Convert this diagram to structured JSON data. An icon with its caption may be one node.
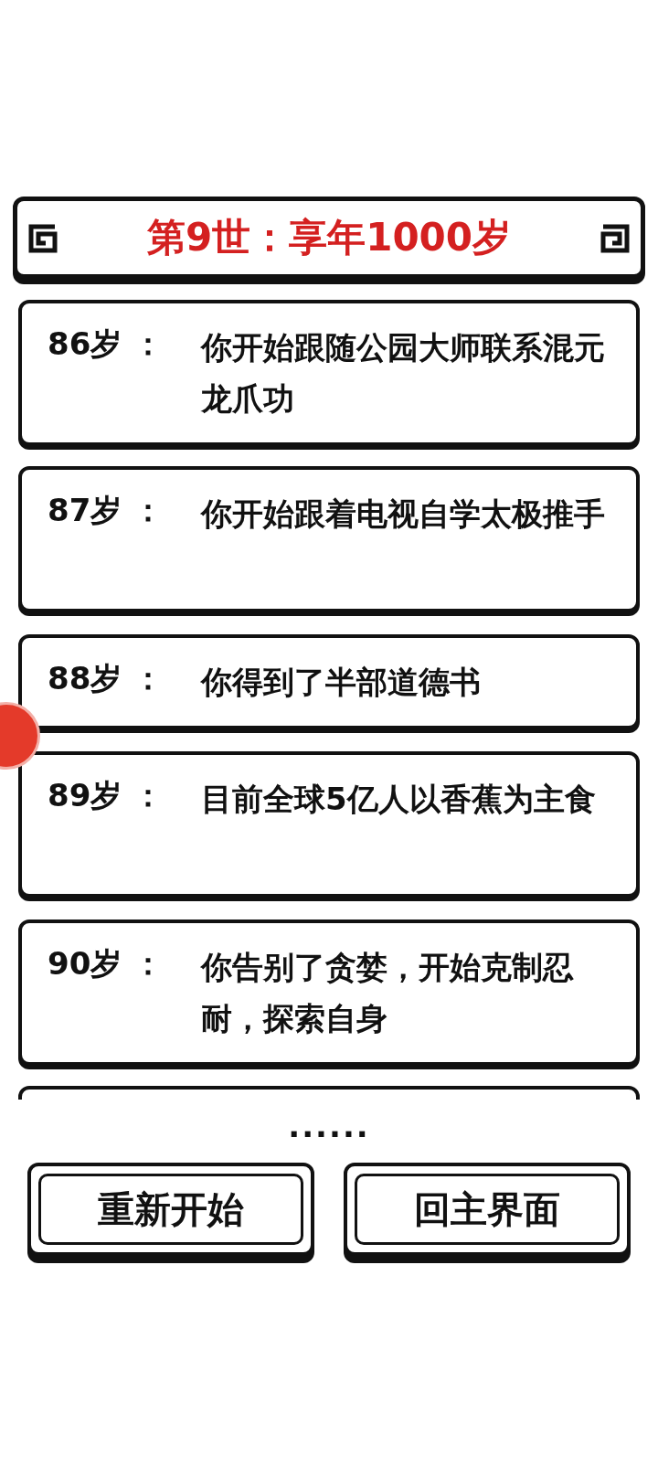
{
  "diagram": {
    "title": "第9世：享年1000岁",
    "nodes": [
      {
        "text": [
          "86岁 ：",
          "你开始跟随公园大师联系混元龙爪功"
        ]
      },
      {
        "text": [
          "87岁 ：",
          "你开始跟着电视自学太极推手"
        ]
      },
      {
        "text": [
          "88岁 ：",
          "你得到了半部道德书"
        ]
      },
      {
        "text": [
          "89岁 ：",
          "目前全球5亿人以香蕉为主食"
        ]
      },
      {
        "text": [
          "90岁 ：",
          "你告别了贪婪，开始克制忍耐，探索自身"
        ]
      },
      {
        "text": [],
        "shape": "box"
      },
      {
        "text": [
          "重新开始"
        ]
      },
      {
        "text": [
          "回主界面"
        ]
      }
    ],
    "labels": [
      "......"
    ]
  }
}
